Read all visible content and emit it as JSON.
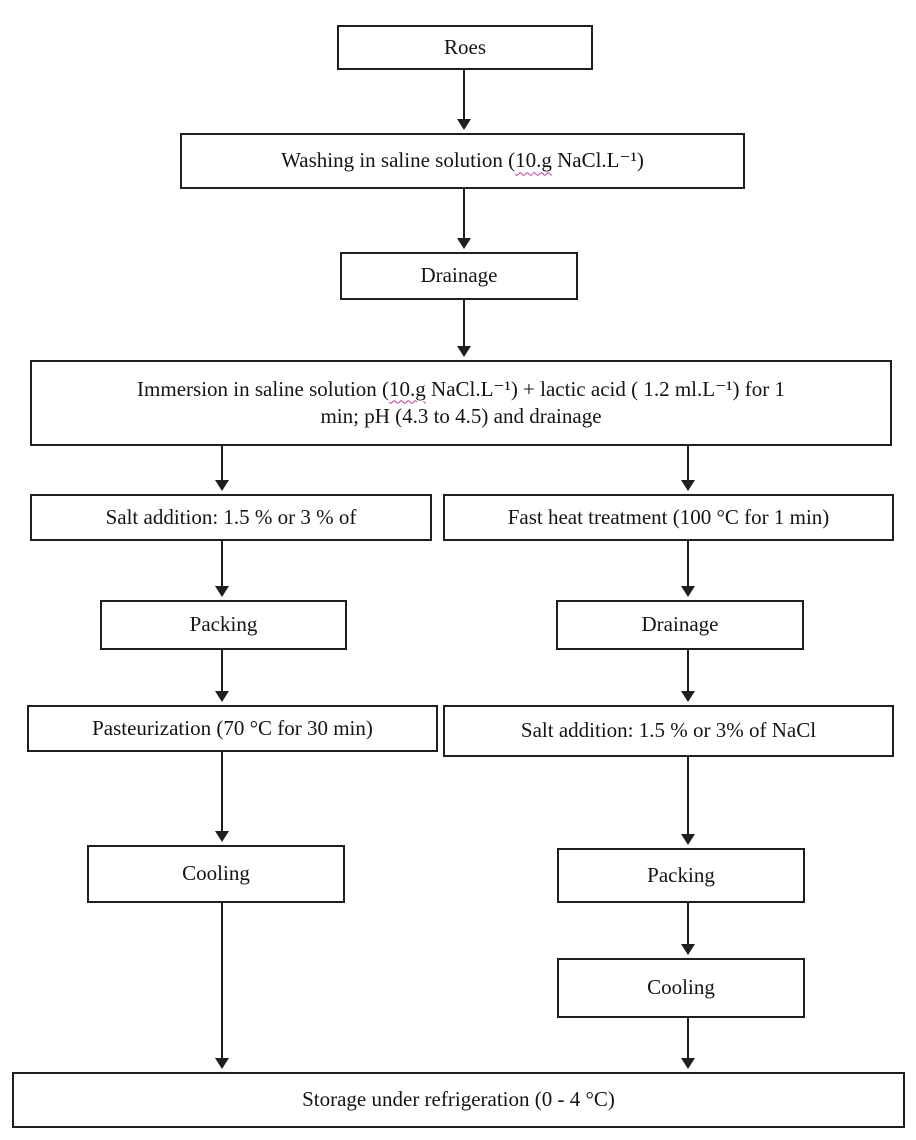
{
  "diagram": {
    "type": "flowchart",
    "colors": {
      "box_border": "#1f1f1f",
      "text": "#141414",
      "arrow": "#1f1f1f",
      "grammar_check_underline": "#cc3399",
      "background": "#ffffff"
    },
    "nodes": {
      "roes": {
        "label": "Roes"
      },
      "washing": {
        "prefix": "Washing in saline solution (",
        "flagged": "10.g",
        "suffix": " NaCl.L⁻¹)"
      },
      "drainage_1": {
        "label": "Drainage"
      },
      "immersion": {
        "line1_prefix": "Immersion in saline solution (",
        "flagged": "10.g",
        "line1_suffix": " NaCl.L⁻¹) + lactic acid ( 1.2 ml.L⁻¹) for 1",
        "line2": "min; pH (4.3 to 4.5) and drainage"
      },
      "salt_addition_left": {
        "label": "Salt addition: 1.5 % or 3 % of"
      },
      "fast_heat": {
        "label": "Fast heat treatment (100 °C for 1 min)"
      },
      "packing_left": {
        "label": "Packing"
      },
      "drainage_2": {
        "label": "Drainage"
      },
      "pasteurization": {
        "label": "Pasteurization (70 °C for 30 min)"
      },
      "salt_addition_right": {
        "label": "Salt addition: 1.5 % or 3% of NaCl"
      },
      "cooling_left": {
        "label": "Cooling"
      },
      "packing_right": {
        "label": "Packing"
      },
      "cooling_right": {
        "label": "Cooling"
      },
      "storage": {
        "label": "Storage under refrigeration (0 - 4 °C)"
      }
    },
    "edges": [
      {
        "from": "roes",
        "to": "washing"
      },
      {
        "from": "washing",
        "to": "drainage_1"
      },
      {
        "from": "drainage_1",
        "to": "immersion"
      },
      {
        "from": "immersion",
        "to": "salt_addition_left"
      },
      {
        "from": "immersion",
        "to": "fast_heat"
      },
      {
        "from": "salt_addition_left",
        "to": "packing_left"
      },
      {
        "from": "fast_heat",
        "to": "drainage_2"
      },
      {
        "from": "packing_left",
        "to": "pasteurization"
      },
      {
        "from": "drainage_2",
        "to": "salt_addition_right"
      },
      {
        "from": "pasteurization",
        "to": "cooling_left"
      },
      {
        "from": "salt_addition_right",
        "to": "packing_right"
      },
      {
        "from": "cooling_left",
        "to": "storage"
      },
      {
        "from": "packing_right",
        "to": "cooling_right"
      },
      {
        "from": "cooling_right",
        "to": "storage"
      }
    ]
  }
}
